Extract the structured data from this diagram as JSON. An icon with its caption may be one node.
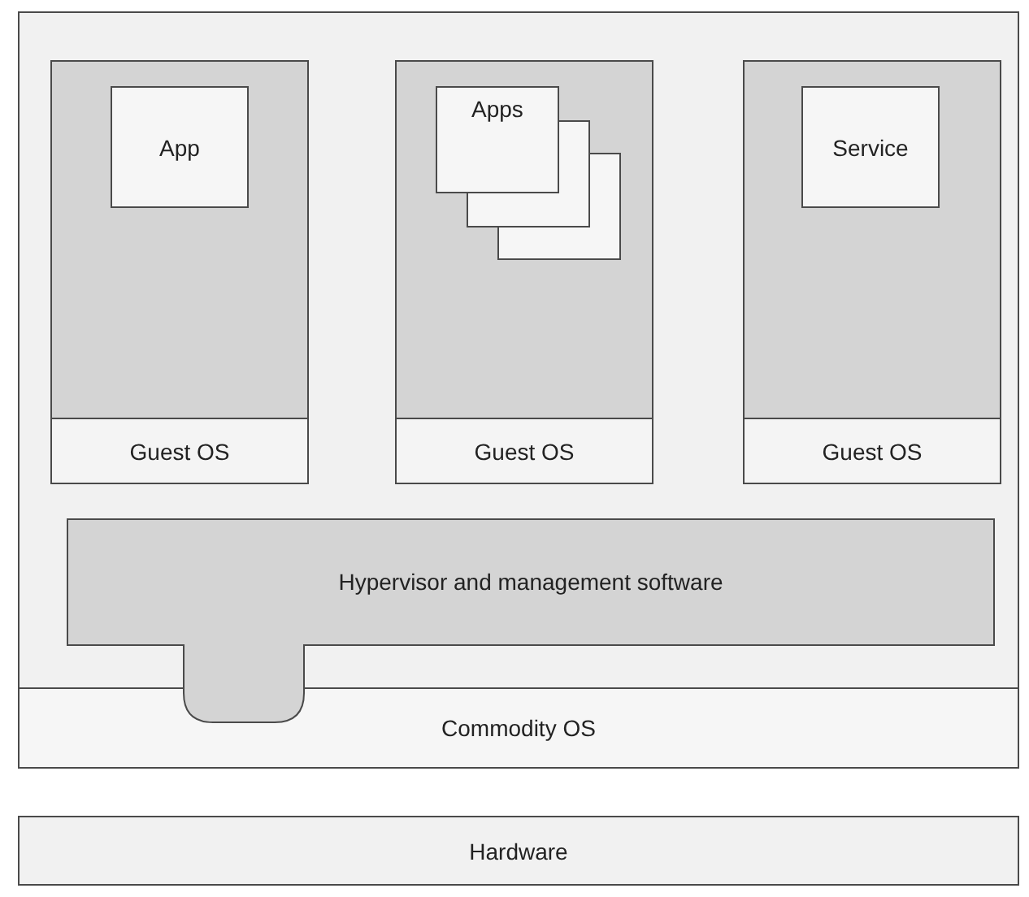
{
  "diagram": {
    "nodes": [
      {
        "text": [],
        "shape": "box"
      },
      {
        "text": [
          "Guest OS"
        ],
        "in": 0
      },
      {
        "text": [
          "App"
        ],
        "in": 1
      },
      {
        "text": [
          "Guest OS"
        ],
        "in": 0
      },
      {
        "text": [
          "Apps"
        ],
        "in": 3
      },
      {
        "text": [
          "Guest OS"
        ],
        "in": 0
      },
      {
        "text": [
          "Service"
        ],
        "in": 5
      },
      {
        "text": [
          "Hypervisor and management software"
        ],
        "in": 0
      },
      {
        "text": [
          "Commodity OS"
        ],
        "in": 0
      },
      {
        "text": [
          "Hardware"
        ]
      }
    ]
  }
}
